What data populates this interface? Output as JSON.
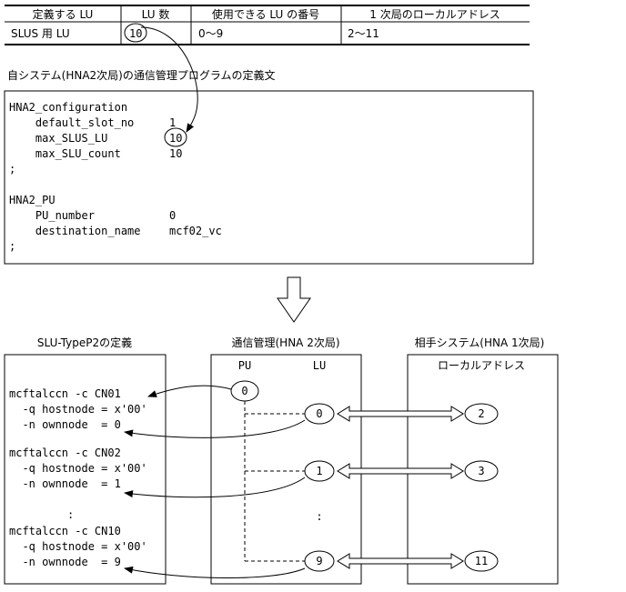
{
  "lu_table": {
    "headers": [
      "定義する LU",
      "LU 数",
      "使用できる LU の番号",
      "1 次局のローカルアドレス"
    ],
    "rows": [
      [
        "SLUS 用 LU",
        "10",
        "0〜9",
        "2〜11"
      ]
    ]
  },
  "definition_caption": "自システム(HNA2次局)の通信管理プログラムの定義文",
  "definition_lines": [
    {
      "key": "HNA2_configuration",
      "value": ""
    },
    {
      "key": "    default_slot_no",
      "value": "1"
    },
    {
      "key": "    max_SLUS_LU",
      "value": "10"
    },
    {
      "key": "    max_SLU_count",
      "value": "10"
    },
    {
      "key": ";",
      "value": ""
    },
    {
      "key": "",
      "value": ""
    },
    {
      "key": "HNA2_PU",
      "value": ""
    },
    {
      "key": "    PU_number",
      "value": "0"
    },
    {
      "key": "    destination_name",
      "value": "mcf02_vc"
    },
    {
      "key": ";",
      "value": ""
    }
  ],
  "slu_section": {
    "title": "SLU-TypeP2の定義",
    "lines": [
      "mcftalccn -c CN01",
      "  -q hostnode = x'00'",
      "  -n ownnode  = 0",
      "mcftalccn -c CN02",
      "  -q hostnode = x'00'",
      "  -n ownnode  = 1",
      ":",
      "mcftalccn -c CN10",
      "  -q hostnode = x'00'",
      "  -n ownnode  = 9"
    ]
  },
  "comm_section": {
    "title": "通信管理(HNA 2次局)",
    "pu_label": "PU",
    "lu_label": "LU",
    "pu_value": "0",
    "lu_values": [
      "0",
      "1",
      "9"
    ],
    "ellipsis": ":"
  },
  "remote_section": {
    "title": "相手システム(HNA 1次局)",
    "subtitle": "ローカルアドレス",
    "addresses": [
      "2",
      "3",
      "11"
    ]
  }
}
